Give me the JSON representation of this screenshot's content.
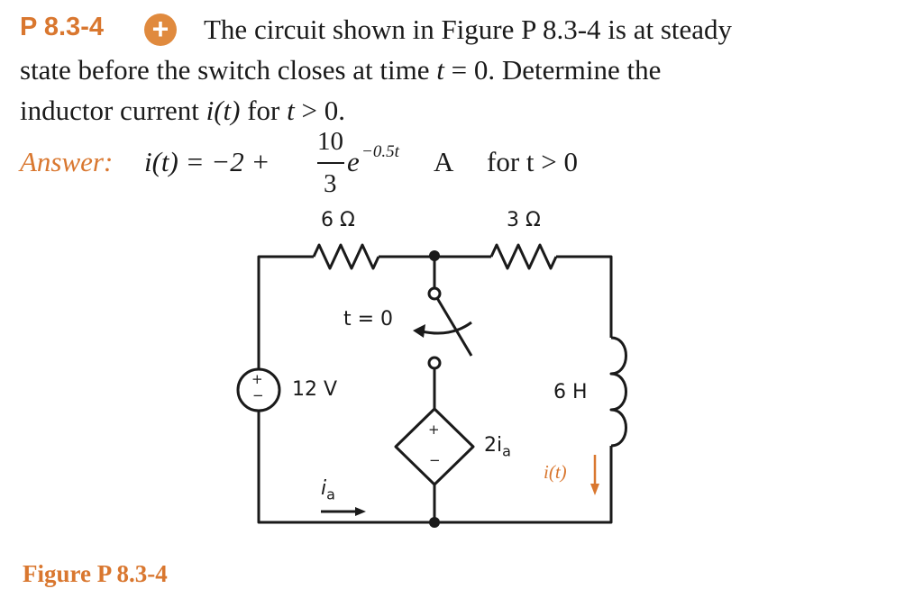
{
  "problem": {
    "number": "P 8.3-4",
    "icon": "plus-circle-icon",
    "line1": "The circuit shown in Figure P 8.3-4 is at steady",
    "line2_a": "state before the switch closes at time ",
    "line2_t": "t",
    "line2_b": " = 0. Determine the",
    "line3_a": "inductor current ",
    "line3_i": "i(t)",
    "line3_b": " for ",
    "line3_t": "t",
    "line3_c": " > 0."
  },
  "answer": {
    "label": "Answer:",
    "lhs": "i(t) = −2 +",
    "numerator": "10",
    "denominator": "3",
    "base": "e",
    "exponent": "−0.5t",
    "unit": "A",
    "condition": "for t > 0"
  },
  "circuit": {
    "r1": "6 Ω",
    "r2": "3 Ω",
    "switch": "t = 0",
    "source": "12 V",
    "inductor": "6 H",
    "dep_source": "2i",
    "dep_sub": "a",
    "current_i": "i(t)",
    "current_ia": "i",
    "current_ia_sub": "a",
    "plus": "+",
    "minus": "−"
  },
  "figure_caption": "Figure P 8.3-4",
  "colors": {
    "accent": "#d9772f",
    "ink": "#1a1a1a"
  }
}
